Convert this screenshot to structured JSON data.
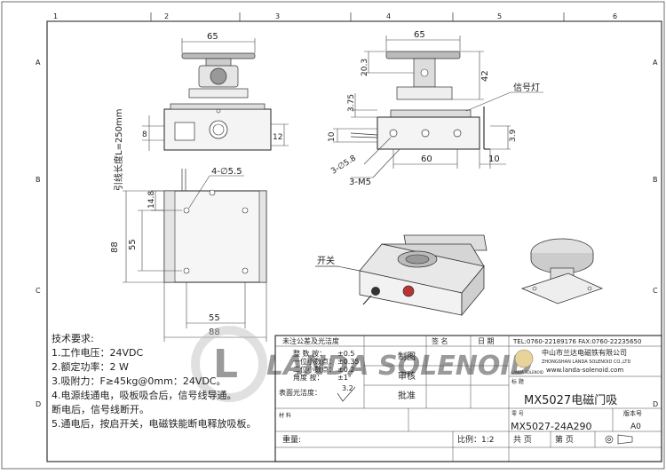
{
  "border": {
    "columns": [
      "1",
      "2",
      "3",
      "4",
      "5",
      "6"
    ],
    "rows": [
      "A",
      "B",
      "C",
      "D"
    ]
  },
  "dims": {
    "top_width_left": "65",
    "top_width_right": "65",
    "cable_length": "引线长度L=250mm",
    "d8": "8",
    "d12": "12",
    "holes": "4-∅5.5",
    "d14_8": "14.8",
    "d88_v": "88",
    "d55_v": "55",
    "d55_h": "55",
    "d88_h": "88",
    "d20_3": "20.3",
    "d42": "42",
    "d3_75": "3.75",
    "d10_a": "10",
    "d3_9": "3.9",
    "d60": "60",
    "d10_b": "10",
    "d3_58": "3-∅5.8",
    "m5": "3-M5",
    "signal_lamp": "信号灯",
    "switch": "开关"
  },
  "specs": {
    "title": "技术要求:",
    "lines": [
      "1.工作电压：24VDC",
      "2.额定功率：2 W",
      "3.吸附力：F≥45kg@0mm：24VDC。",
      "4.电源线通电，吸板吸合后，信号线导通。",
      "断电后，信号线断开。",
      "5.通电后，按启开关，电磁铁能断电释放吸板。"
    ]
  },
  "watermark": {
    "text": "LANDA SOLENOID"
  },
  "titleblock": {
    "tolerance_header": "未注公差及光洁度",
    "tol_rows": [
      {
        "label": "整  数 按：",
        "value": "±0.5"
      },
      {
        "label": "一位小数点：",
        "value": "±0.35"
      },
      {
        "label": "二位小数点：",
        "value": "±0.2"
      },
      {
        "label": "角度 按：",
        "value": "±1°"
      }
    ],
    "surface": "表面光洁度：",
    "surface_value": "3.2",
    "h_sign": "签  名",
    "h_date": "日  期",
    "make": "制图",
    "check": "审核",
    "approve": "批准",
    "tel": "TEL:0760-22189176   FAX:0760-22235650",
    "company_cn": "中山市兰达电磁铁有限公司",
    "company_en": "ZHONGSHAN LANDA SOLENOID CO.,LTD",
    "website": "www.landa-solenoid.com",
    "logo_text": "LANDA SOLENOID",
    "label_title": "标  题",
    "product_title": "MX5027电磁门吸",
    "label_material": "材  料",
    "label_partno": "零  号",
    "part_no": "MX5027-24A290",
    "label_rev": "版本号",
    "rev": "A0",
    "weight": "重量:",
    "scale": "比例：1:2",
    "total": "共  页",
    "page": "第  页"
  }
}
